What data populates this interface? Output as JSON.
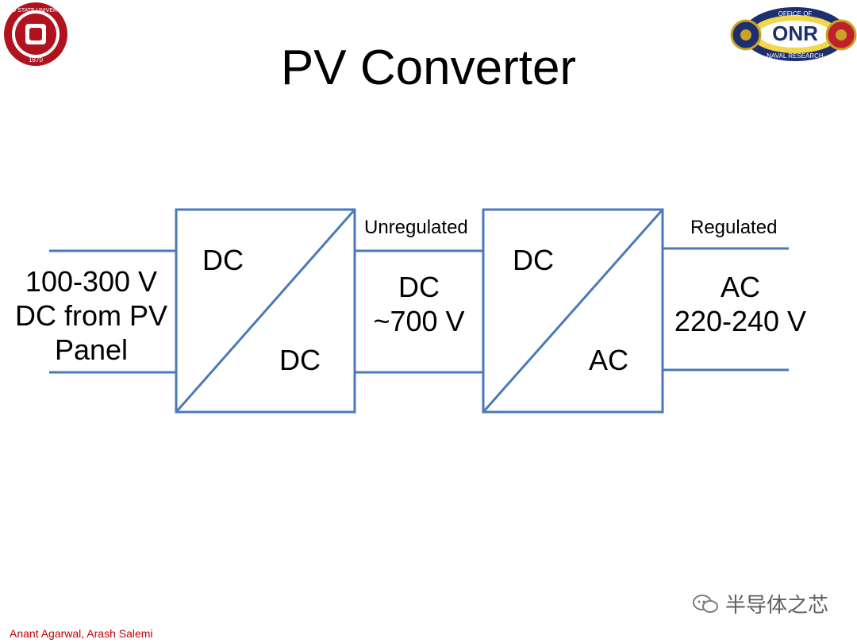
{
  "title": "PV Converter",
  "input_label": {
    "line1": "100-300 V",
    "line2": "DC from PV",
    "line3": "Panel"
  },
  "box1": {
    "top_label": "DC",
    "bottom_label": "DC"
  },
  "middle": {
    "caption": "Unregulated",
    "line1": "DC",
    "line2": "~700 V"
  },
  "box2": {
    "top_label": "DC",
    "bottom_label": "AC"
  },
  "output": {
    "caption": "Regulated",
    "line1": "AC",
    "line2": "220-240 V"
  },
  "footer": "Anant Agarwal, Arash Salemi",
  "watermark": "半导体之芯",
  "logos": {
    "left": {
      "text": "OHIO STATE UNIVERSITY",
      "year": "1870"
    },
    "right": {
      "top": "OFFICE OF",
      "center": "ONR",
      "bottom": "NAVAL RESEARCH"
    }
  },
  "colors": {
    "diagram_line": "#4a7ab8",
    "footer": "#c00000",
    "osu_red": "#b0121e"
  }
}
